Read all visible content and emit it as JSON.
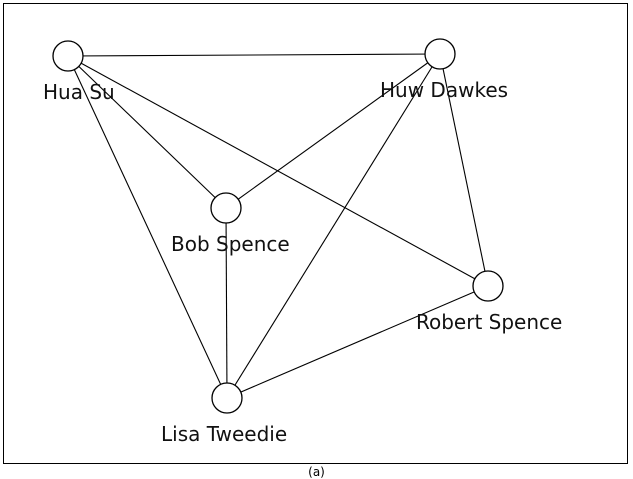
{
  "graph": {
    "nodes": [
      {
        "id": "hua",
        "label": "Hua Su"
      },
      {
        "id": "huw",
        "label": "Huw Dawkes"
      },
      {
        "id": "bob",
        "label": "Bob Spence"
      },
      {
        "id": "robert",
        "label": "Robert Spence"
      },
      {
        "id": "lisa",
        "label": "Lisa Tweedie"
      }
    ],
    "edges": [
      [
        "hua",
        "huw"
      ],
      [
        "hua",
        "bob"
      ],
      [
        "hua",
        "robert"
      ],
      [
        "hua",
        "lisa"
      ],
      [
        "huw",
        "bob"
      ],
      [
        "huw",
        "lisa"
      ],
      [
        "huw",
        "robert"
      ],
      [
        "bob",
        "lisa"
      ],
      [
        "robert",
        "lisa"
      ]
    ],
    "caption": "(a)"
  },
  "colors": {
    "stroke": "#000000",
    "node_fill": "#ffffff"
  }
}
